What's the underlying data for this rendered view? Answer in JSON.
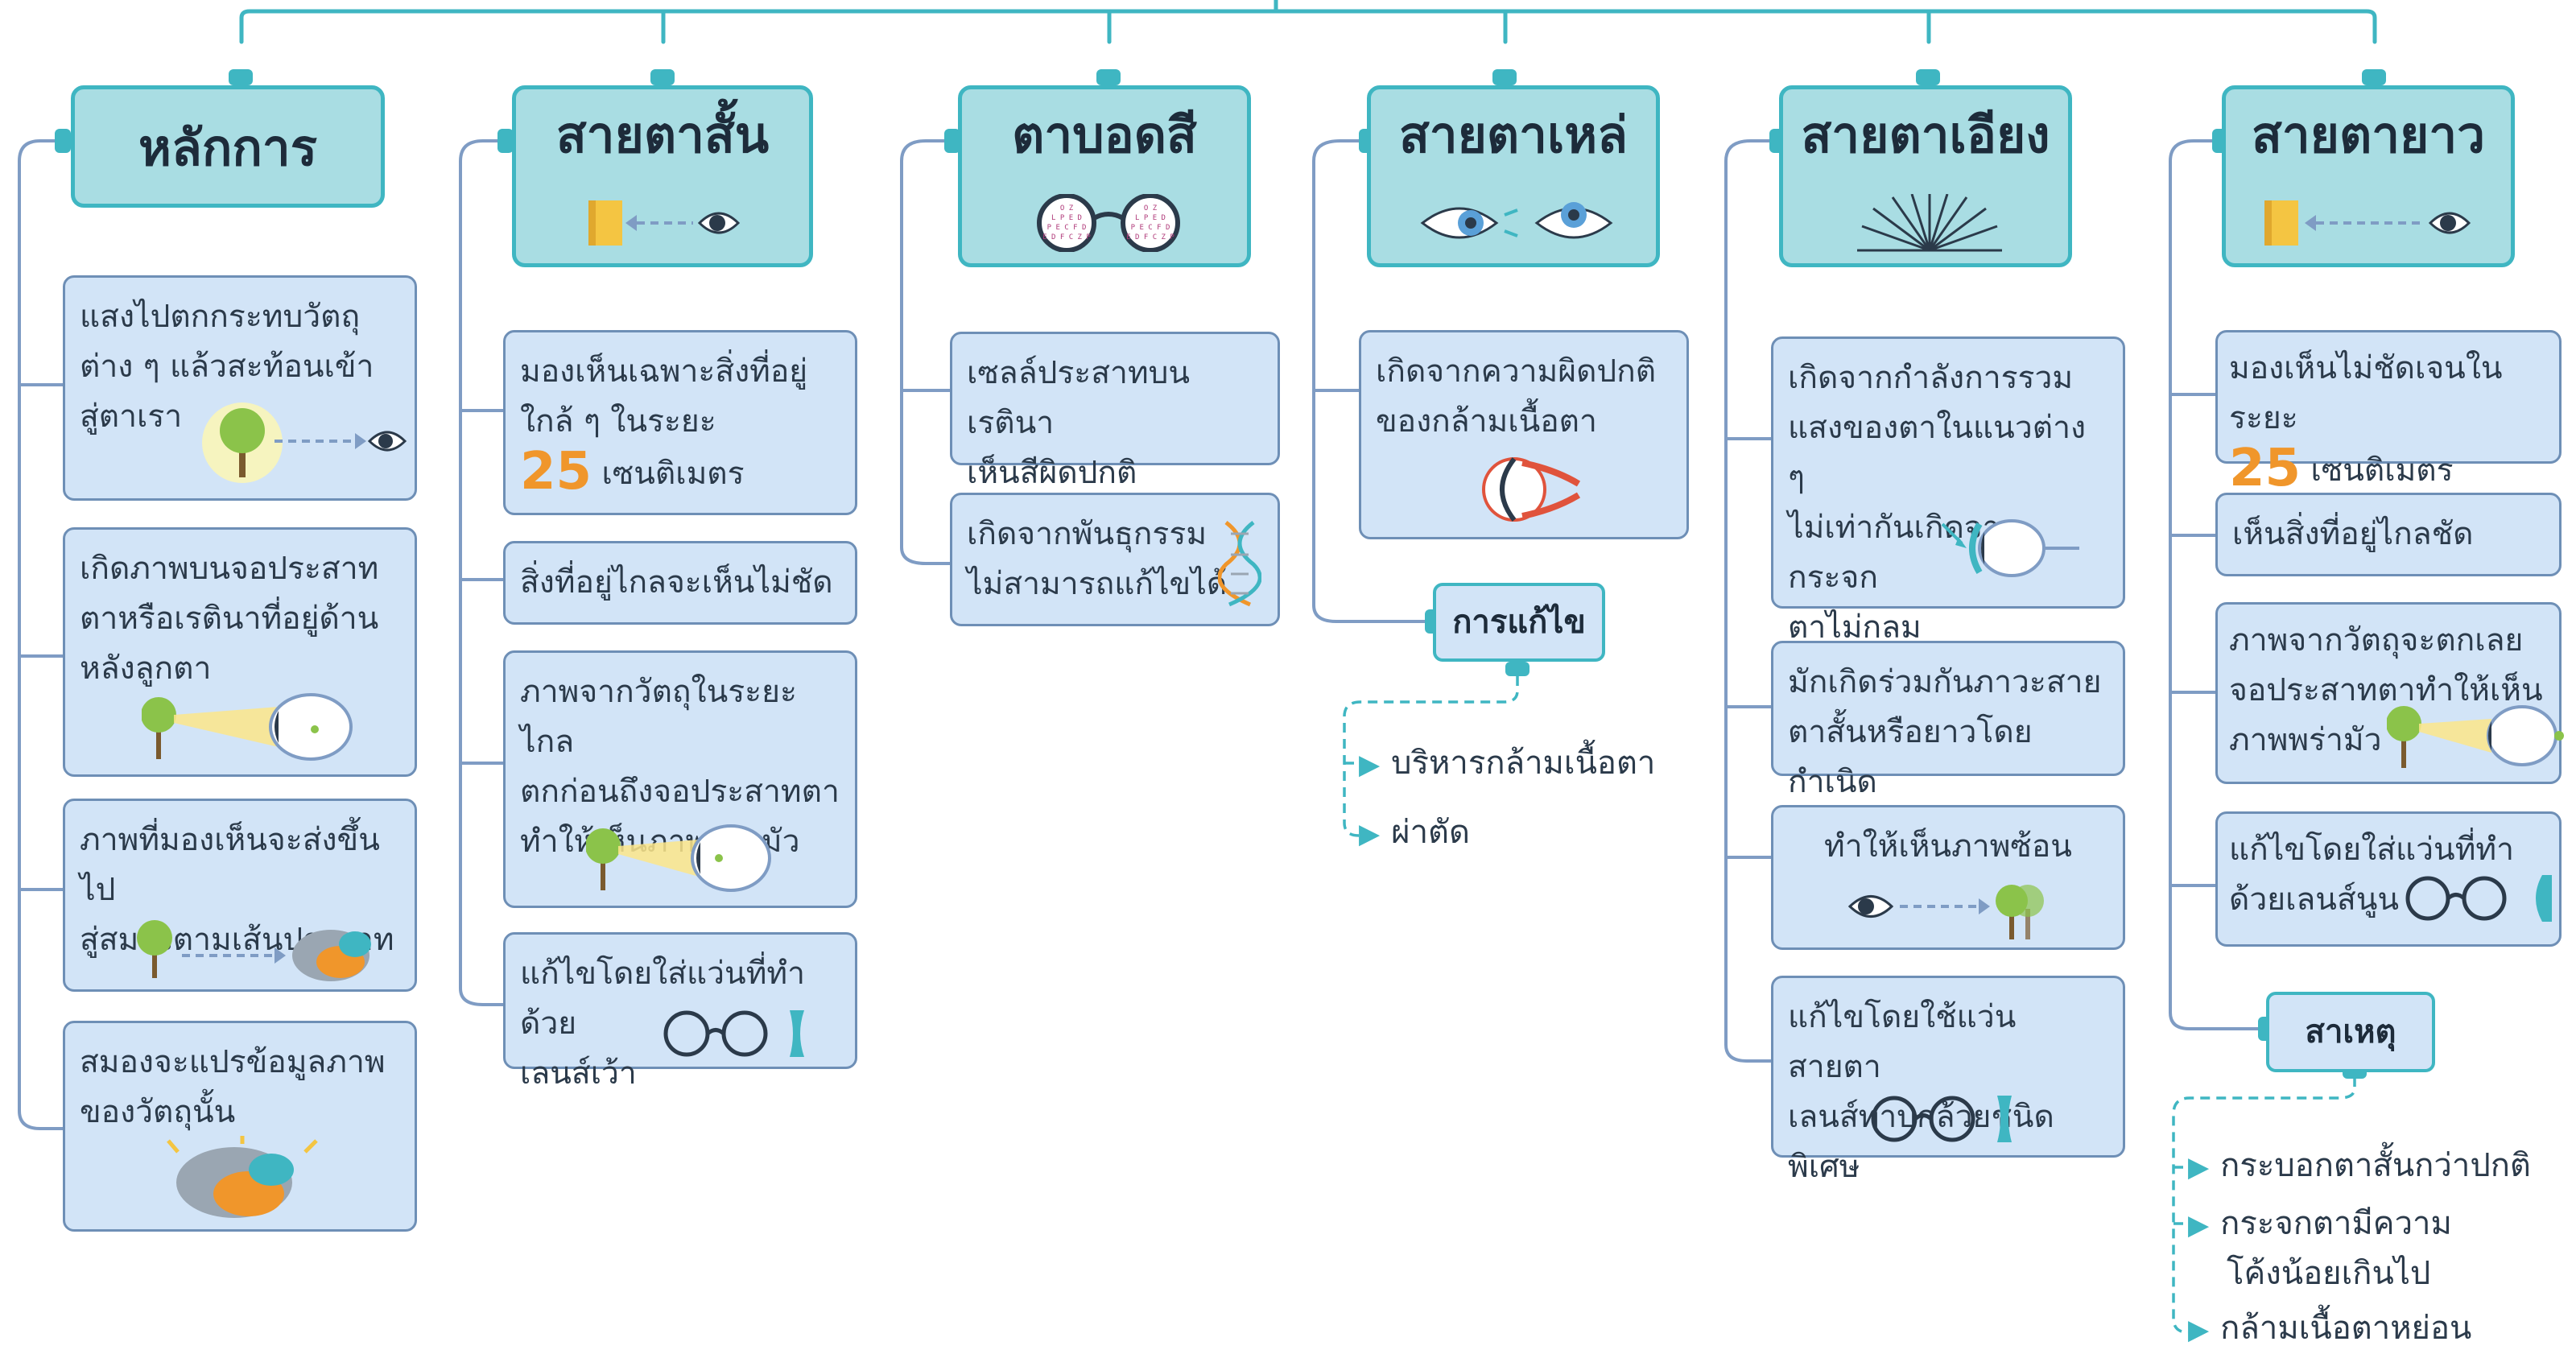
{
  "columns": [
    {
      "title": "หลักการ",
      "boxes": [
        {
          "lines": [
            "แสงไปตกกระทบวัตถุ",
            "ต่าง ๆ แล้วสะท้อนเข้า",
            "สู่ตาเรา"
          ]
        },
        {
          "lines": [
            "เกิดภาพบนจอประสาท",
            "ตาหรือเรตินาที่อยู่ด้าน",
            "หลังลูกตา"
          ]
        },
        {
          "lines": [
            "ภาพที่มองเห็นจะส่งขึ้นไป",
            "สู่สมองตามเส้นประสาท"
          ]
        },
        {
          "lines": [
            "สมองจะแปรข้อมูลภาพ",
            "ของวัตถุนั้น"
          ]
        }
      ]
    },
    {
      "title": "สายตาสั้น",
      "boxes": [
        {
          "lines": [
            "มองเห็นเฉพาะสิ่งที่อยู่",
            "ใกล้ ๆ ในระยะ"
          ],
          "number": "25",
          "unit": "เซนติเมตร"
        },
        {
          "lines": [
            "สิ่งที่อยู่ไกลจะเห็นไม่ชัด"
          ]
        },
        {
          "lines": [
            "ภาพจากวัตถุในระยะไกล",
            "ตกก่อนถึงจอประสาทตา",
            "ทำให้เห็นภาพพร่ามัว"
          ]
        },
        {
          "lines": [
            "แก้ไขโดยใส่แว่นที่ทำด้วย",
            "เลนส์เว้า"
          ]
        }
      ]
    },
    {
      "title": "ตาบอดสี",
      "chart_letters": [
        "O Z",
        "L P E D",
        "P E C F D",
        "E D F C Z P"
      ],
      "boxes": [
        {
          "lines": [
            "เซลล์ประสาทบนเรตินา",
            "เห็นสีผิดปกติ"
          ]
        },
        {
          "lines": [
            "เกิดจากพันธุกรรม",
            "ไม่สามารถแก้ไขได้"
          ]
        }
      ]
    },
    {
      "title": "สายตาเหล่",
      "boxes": [
        {
          "lines": [
            "เกิดจากความผิดปกติ",
            "ของกล้ามเนื้อตา"
          ]
        }
      ],
      "fix": {
        "label": "การแก้ไข",
        "items": [
          "บริหารกล้ามเนื้อตา",
          "ผ่าตัด"
        ]
      }
    },
    {
      "title": "สายตาเอียง",
      "boxes": [
        {
          "lines": [
            "เกิดจากกำลังการรวม",
            "แสงของตาในแนวต่าง ๆ",
            "ไม่เท่ากันเกิดจากกระจก",
            "ตาไม่กลม"
          ]
        },
        {
          "lines": [
            "มักเกิดร่วมกันภาวะสาย",
            "ตาสั้นหรือยาวโดยกำเนิด"
          ]
        },
        {
          "lines": [
            "ทำให้เห็นภาพซ้อน"
          ]
        },
        {
          "lines": [
            "แก้ไขโดยใช้แว่นสายตา",
            "เลนส์ทาบกล้วยชนิดพิเศษ"
          ]
        }
      ]
    },
    {
      "title": "สายตายาว",
      "boxes": [
        {
          "lines": [
            "มองเห็นไม่ชัดเจนในระยะ"
          ],
          "number": "25",
          "unit": "เซนติเมตร"
        },
        {
          "lines": [
            "เห็นสิ่งที่อยู่ไกลชัด"
          ]
        },
        {
          "lines": [
            "ภาพจากวัตถุจะตกเลย",
            "จอประสาทตาทำให้เห็น",
            "ภาพพร่ามัว"
          ]
        },
        {
          "lines": [
            "แก้ไขโดยใส่แว่นที่ทำ",
            "ด้วยเลนส์นูน"
          ]
        }
      ],
      "cause": {
        "label": "สาเหตุ",
        "items": [
          "กระบอกตาสั้นกว่าปกติ",
          "กระจกตามีความ",
          "โค้งน้อยเกินไป",
          "กล้ามเนื้อตาหย่อน"
        ]
      }
    }
  ],
  "colors": {
    "teal": "#3fb6c2",
    "header_fill": "#a9dde3",
    "box_fill": "#d2e4f7",
    "box_border": "#6e8fb6",
    "accent_orange": "#f0962b",
    "wire": "#7f9cc4"
  }
}
